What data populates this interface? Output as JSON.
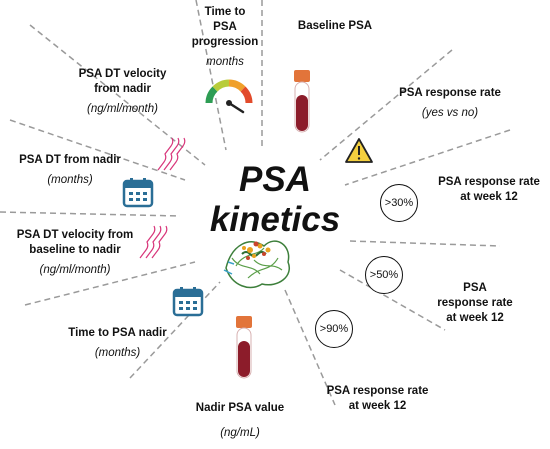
{
  "center": {
    "title": "PSA\nkinetics"
  },
  "labels": {
    "time_to_progression": {
      "title": "Time to\nPSA\nprogression",
      "unit": "months"
    },
    "baseline_psa": {
      "title": "Baseline PSA"
    },
    "response_rate": {
      "title": "PSA response rate",
      "unit": "(yes vs no)"
    },
    "dt_velocity_nadir": {
      "title": "PSA DT velocity\nfrom nadir",
      "unit": "(ng/ml/month)"
    },
    "dt_from_nadir": {
      "title": "PSA DT from nadir",
      "unit": "(months)"
    },
    "response_30": {
      "title": "PSA response rate\nat week 12",
      "badge": ">30%"
    },
    "dt_velocity_baseline": {
      "title": "PSA DT velocity from\nbaseline to nadir",
      "unit": "(ng/ml/month)"
    },
    "response_50": {
      "title": "PSA\nresponse rate\nat week 12",
      "badge": ">50%"
    },
    "time_to_nadir": {
      "title": "Time to PSA nadir",
      "unit": "(months)"
    },
    "response_90": {
      "title": "PSA response rate\nat week 12",
      "badge": ">90%"
    },
    "nadir_value": {
      "title": "Nadir PSA value",
      "unit": "(ng/mL)"
    }
  },
  "icons": [
    "gauge-icon",
    "blood-tube-icon",
    "warning-icon",
    "wave-icon",
    "calendar-icon",
    "protein-icon"
  ],
  "colors": {
    "tube_cap": "#e2743a",
    "tube_blood": "#8c1c2a",
    "calendar": "#2a6e96",
    "waves": "#d8357a",
    "warning": "#f4d03f",
    "divider": "#9a9a9a"
  }
}
